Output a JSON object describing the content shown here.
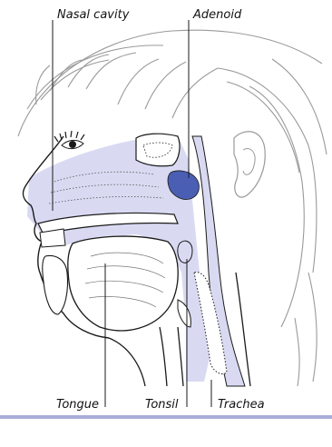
{
  "labels": {
    "nasal_cavity": "Nasal cavity",
    "adenoid": "Adenoid",
    "tongue": "Tongue",
    "tonsil": "Tonsil",
    "trachea": "Trachea"
  },
  "colors": {
    "airway": "#d9daf2",
    "adenoid": "#4a5fb3",
    "outline": "#1a1a1a",
    "hair": "#9a9a9a",
    "rule": "#a9add8"
  }
}
